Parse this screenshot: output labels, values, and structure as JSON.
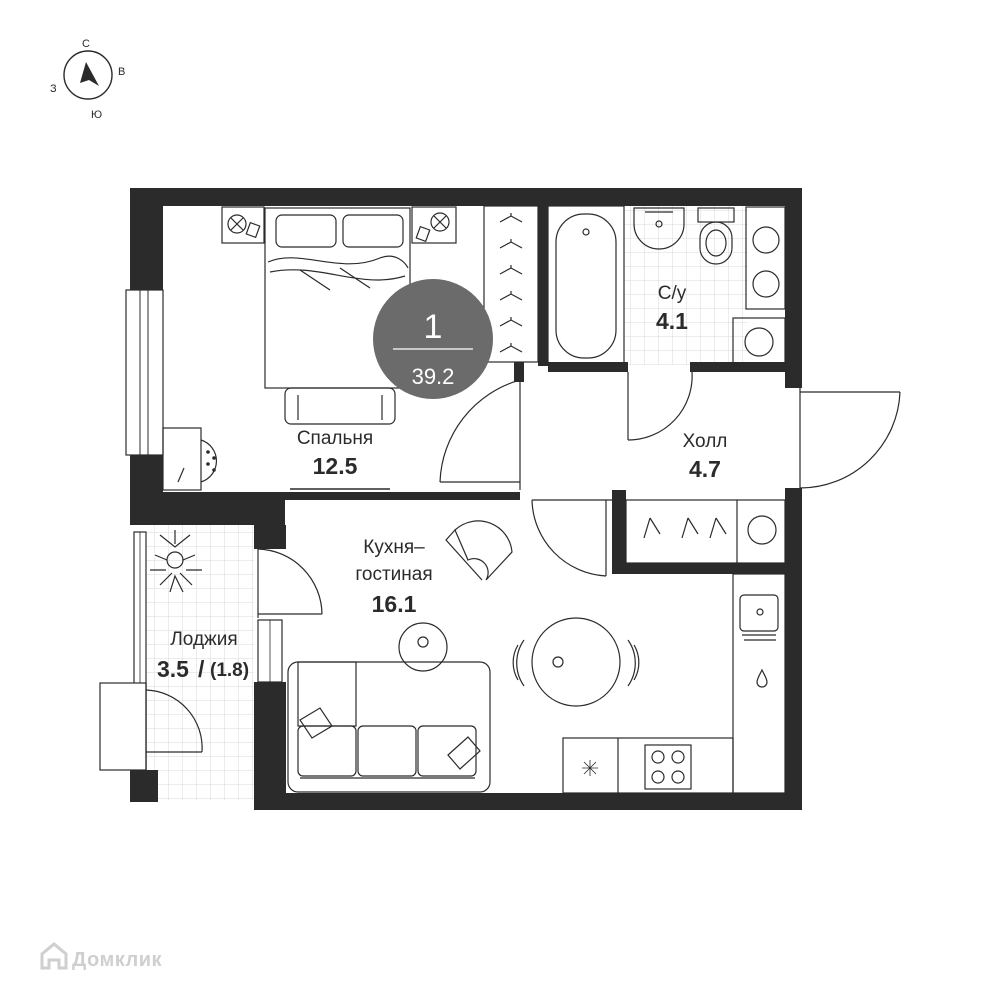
{
  "compass": {
    "north": "С",
    "east": "В",
    "south": "Ю",
    "west": "З"
  },
  "badge": {
    "rooms": "1",
    "total_area": "39.2"
  },
  "rooms": {
    "bedroom": {
      "name": "Спальня",
      "area": "12.5"
    },
    "bathroom": {
      "name": "С/у",
      "area": "4.1"
    },
    "hall": {
      "name": "Холл",
      "area": "4.7"
    },
    "kitchen": {
      "name_line1": "Кухня–",
      "name_line2": "гостиная",
      "area": "16.1"
    },
    "loggia": {
      "name": "Лоджия",
      "area": "3.5",
      "area_reduced": "(1.8)",
      "separator": "/"
    }
  },
  "watermark": {
    "text": "Домклик"
  },
  "colors": {
    "wall": "#2b2b2b",
    "badge": "#6b6b6b",
    "tile_line": "#d9d9d9"
  }
}
